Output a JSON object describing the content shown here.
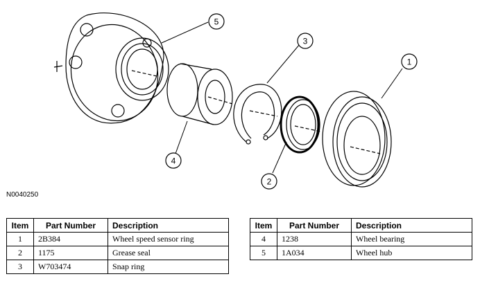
{
  "figure_id": "N0040250",
  "callouts": [
    "1",
    "2",
    "3",
    "4",
    "5"
  ],
  "table_headers": {
    "item": "Item",
    "part_number": "Part Number",
    "description": "Description"
  },
  "table_left": [
    {
      "item": "1",
      "part_number": "2B384",
      "description": "Wheel speed sensor ring"
    },
    {
      "item": "2",
      "part_number": "1175",
      "description": "Grease seal"
    },
    {
      "item": "3",
      "part_number": "W703474",
      "description": "Snap ring"
    }
  ],
  "table_right": [
    {
      "item": "4",
      "part_number": "1238",
      "description": "Wheel bearing"
    },
    {
      "item": "5",
      "part_number": "1A034",
      "description": "Wheel hub"
    }
  ]
}
